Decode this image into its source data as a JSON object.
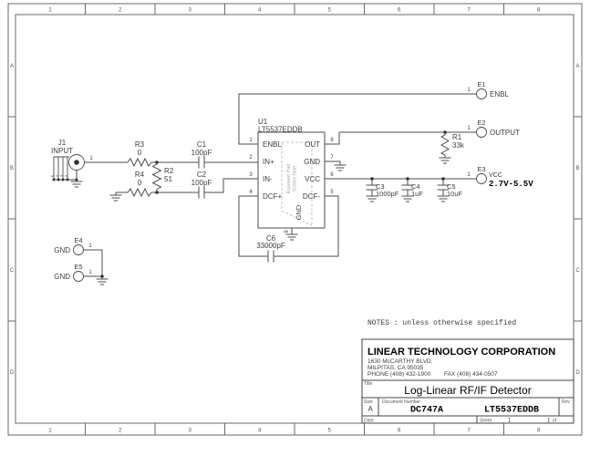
{
  "colors": {
    "line": "#4d4d4d",
    "text": "#3d3d3d",
    "border": "#6a6a6a",
    "pad_dash": "#b5b5b5",
    "black": "#000000",
    "background": "#ffffff"
  },
  "sheet_border": {
    "columns": [
      "1",
      "2",
      "3",
      "4",
      "5",
      "6",
      "7",
      "8"
    ],
    "rows": [
      "A",
      "B",
      "C",
      "D"
    ]
  },
  "notes_text": "NOTES : unless otherwise specified",
  "title_block": {
    "company": "LINEAR TECHNOLOGY CORPORATION",
    "address_line1": "1630 McCARTHY BLVD.",
    "address_line2": "MILPITAS, CA  95035",
    "phone": "PHONE (408) 432-1900",
    "fax": "FAX (408) 434-0507",
    "title_label": "Title",
    "title": "Log-Linear RF/IF Detector",
    "size_label": "Size",
    "size": "A",
    "doc_number_label": "Document Number",
    "doc_number": "DC747A",
    "doc_part": "LT5537EDDB",
    "rev_label": "Rev",
    "date_label": "Date:",
    "sheet_label": "Sheet",
    "sheet_number": "1",
    "sheet_total": "1",
    "of_label": "of"
  },
  "schematic": {
    "u1": {
      "ref": "U1",
      "part": "LT5537EDDB",
      "pin_numbers_left": [
        "1",
        "2",
        "3",
        "4"
      ],
      "pin_names_left": [
        "ENBL",
        "IN+",
        "IN-",
        "DCF+"
      ],
      "pin_numbers_right": [
        "8",
        "7",
        "6",
        "5"
      ],
      "pin_names_right": [
        "OUT",
        "GND",
        "VCC",
        "DCF-"
      ],
      "bottom_pin_number": "9",
      "bottom_pin_name": "GND",
      "pad_line1": "Exposed Pad",
      "pad_line2": "Solder Side"
    },
    "j1": {
      "ref": "J1",
      "name": "INPUT",
      "pin": "1",
      "shield_pins": [
        "5",
        "4",
        "3",
        "2"
      ]
    },
    "r1": {
      "ref": "R1",
      "value": "33k"
    },
    "r2": {
      "ref": "R2",
      "value": "51"
    },
    "r3": {
      "ref": "R3",
      "value": "0"
    },
    "r4": {
      "ref": "R4",
      "value": "0"
    },
    "c1": {
      "ref": "C1",
      "value": "100pF"
    },
    "c2": {
      "ref": "C2",
      "value": "100pF"
    },
    "c3": {
      "ref": "C3",
      "value": "1000pF"
    },
    "c4": {
      "ref": "C4",
      "value": "1uF"
    },
    "c5": {
      "ref": "C5",
      "value": "10uF"
    },
    "c6": {
      "ref": "C6",
      "value": "33000pF"
    },
    "e1": {
      "ref": "E1",
      "pin": "1",
      "label": "ENBL"
    },
    "e2": {
      "ref": "E2",
      "pin": "1",
      "label": "OUTPUT"
    },
    "e3": {
      "ref": "E3",
      "pin": "1",
      "label": "VCC",
      "range": "2.7V-5.5V"
    },
    "e4": {
      "ref": "E4",
      "pin": "1",
      "label": "GND"
    },
    "e5": {
      "ref": "E5",
      "pin": "1",
      "label": "GND"
    }
  }
}
